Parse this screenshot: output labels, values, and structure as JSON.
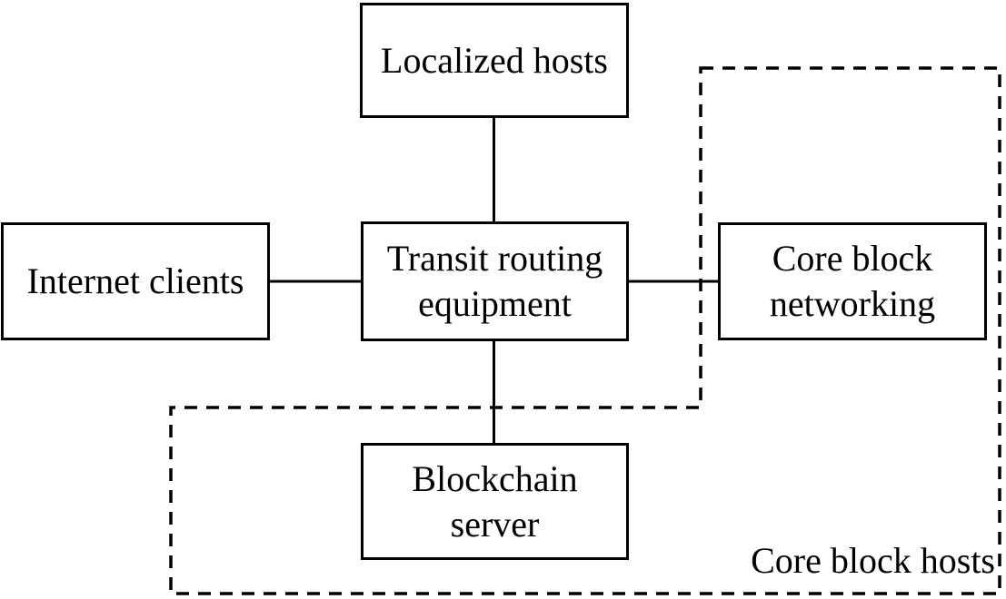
{
  "diagram": {
    "type": "network-architecture",
    "nodes": {
      "localized_hosts": {
        "label": "Localized hosts"
      },
      "internet_clients": {
        "label": "Internet clients"
      },
      "transit_routing": {
        "label": "Transit routing equipment"
      },
      "core_networking": {
        "label": "Core block networking"
      },
      "blockchain_server": {
        "label": "Blockchain server"
      }
    },
    "group": {
      "label": "Core block hosts",
      "style": "dashed-boundary",
      "contains": [
        "core_networking",
        "blockchain_server"
      ]
    },
    "edges": [
      {
        "from": "localized_hosts",
        "to": "transit_routing",
        "style": "solid"
      },
      {
        "from": "internet_clients",
        "to": "transit_routing",
        "style": "solid"
      },
      {
        "from": "transit_routing",
        "to": "core_networking",
        "style": "solid"
      },
      {
        "from": "transit_routing",
        "to": "blockchain_server",
        "style": "solid"
      }
    ],
    "colors": {
      "stroke": "#000000",
      "background": "#ffffff",
      "text": "#000000"
    }
  }
}
